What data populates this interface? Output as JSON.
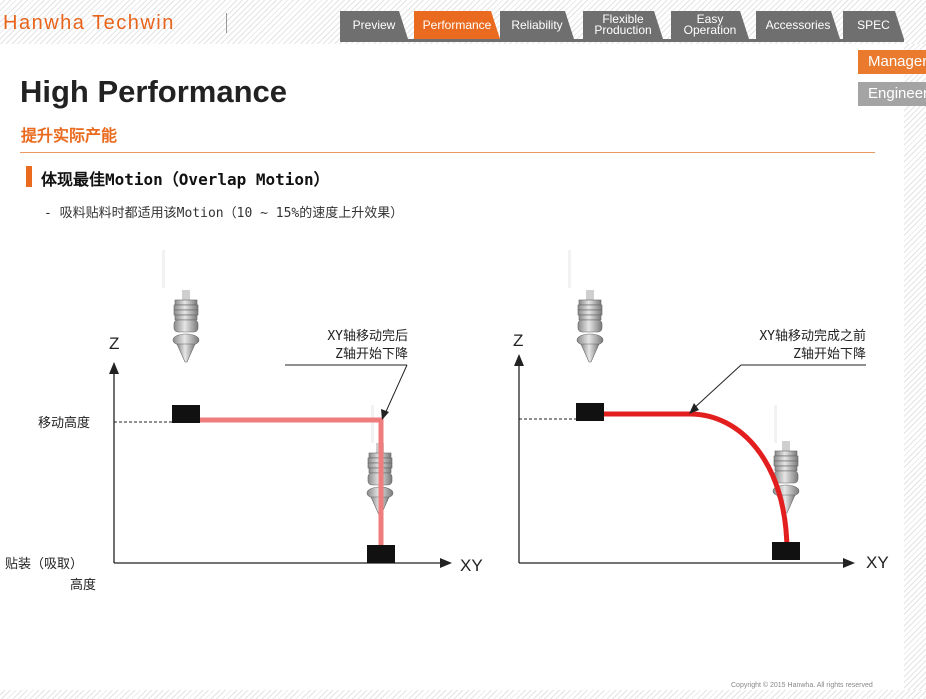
{
  "brand": {
    "logo_text": "Hanwha Techwin"
  },
  "nav": {
    "tabs": [
      {
        "label": "Preview",
        "active": false
      },
      {
        "label": "Performance",
        "active": true
      },
      {
        "label": "Reliability",
        "active": false
      },
      {
        "label": "Flexible\nProduction",
        "active": false
      },
      {
        "label": "Easy\nOperation",
        "active": false
      },
      {
        "label": "Accessories",
        "active": false
      },
      {
        "label": "SPEC",
        "active": false
      }
    ]
  },
  "side_buttons": {
    "manage": "Manager",
    "engineer": "Engineer"
  },
  "page": {
    "title": "High Performance",
    "subtitle": "提升实际产能",
    "section_heading": "体现最佳Motion（Overlap Motion）",
    "bullet": "- 吸料贴料时都适用该Motion（10 ~ 15%的速度上升效果）"
  },
  "diagram_left": {
    "z_axis": "Z",
    "xy_axis": "XY",
    "height_label": "移动高度",
    "place_label_line1": "贴装（吸取）",
    "place_label_line2": "高度",
    "callout_line1": "XY轴移动完后",
    "callout_line2": "Z轴开始下降"
  },
  "diagram_right": {
    "z_axis": "Z",
    "xy_axis": "XY",
    "callout_line1": "XY轴移动完成之前",
    "callout_line2": "Z轴开始下降"
  },
  "footer": {
    "copyright": "Copyright © 2015 Hanwha. All rights reserved"
  },
  "colors": {
    "accent": "#ea6b20",
    "path_left": "#ef7d7d",
    "path_right": "#e31e1e",
    "tab_gray": "#6f6f6f"
  }
}
